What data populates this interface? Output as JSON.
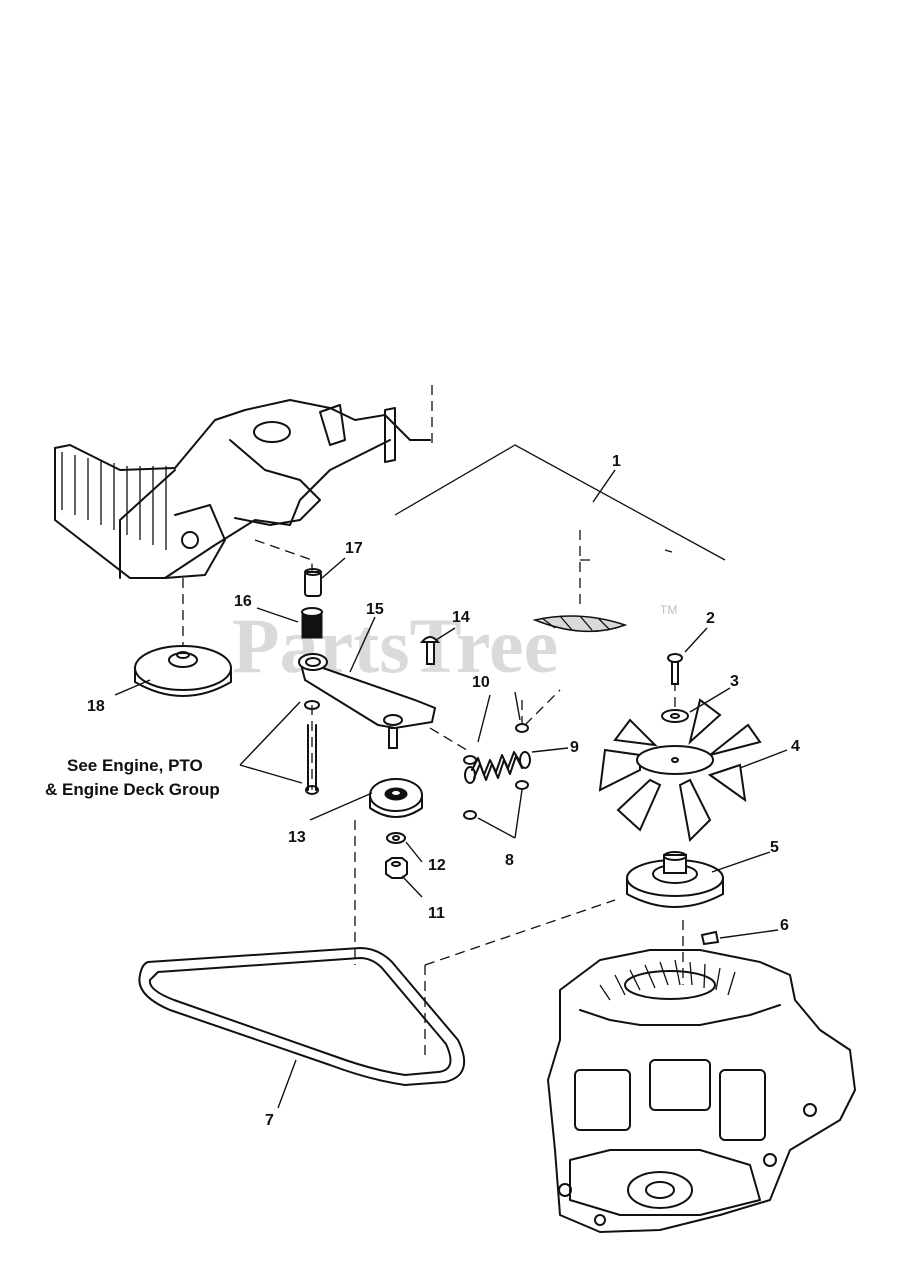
{
  "callouts": {
    "c1": "1",
    "c2": "2",
    "c3": "3",
    "c4": "4",
    "c5": "5",
    "c6": "6",
    "c7": "7",
    "c8": "8",
    "c9": "9",
    "c10": "10",
    "c11": "11",
    "c12": "12",
    "c13": "13",
    "c14": "14",
    "c15": "15",
    "c16": "16",
    "c17": "17",
    "c18": "18"
  },
  "note": {
    "line1": "See Engine, PTO",
    "line2": "& Engine Deck Group"
  },
  "watermark": {
    "text": "PartsTree",
    "tm": "TM"
  },
  "colors": {
    "ink": "#111111",
    "watermark": "#bdbdbd",
    "background": "#ffffff"
  }
}
